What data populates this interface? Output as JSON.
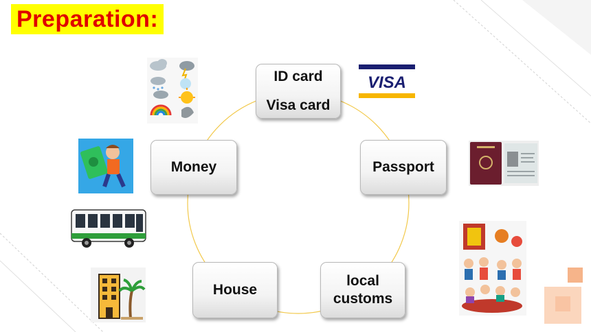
{
  "title": "Preparation:",
  "nodes": {
    "id_card": "ID card",
    "visa_card": "Visa card",
    "passport": "Passport",
    "customs_line1": "local",
    "customs_line2": "customs",
    "house": "House",
    "money": "Money"
  },
  "visa_logo_text": "VISA",
  "icons": {
    "weather": "weather-icons",
    "visa": "visa-logo",
    "money": "money-runner",
    "bus": "bus",
    "passport": "passport",
    "customs": "local-customs-people",
    "hotel": "hotel-palm"
  },
  "colors": {
    "title_bg": "#ffff00",
    "title_text": "#e00000",
    "ring": "#f2c94c",
    "visa_blue": "#1a1f71",
    "visa_gold": "#f7b600",
    "accent_orange": "#f6b48a"
  }
}
